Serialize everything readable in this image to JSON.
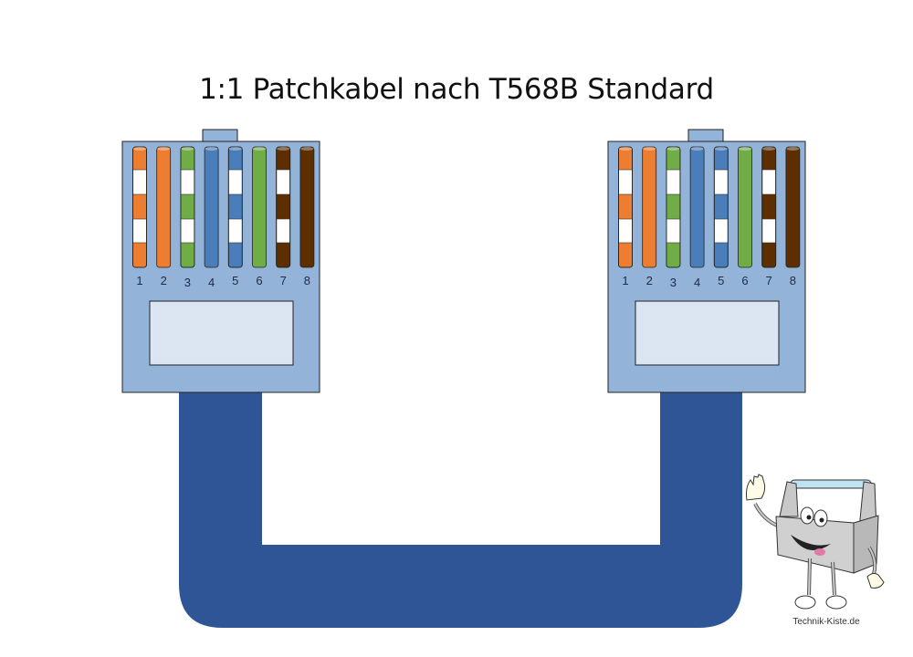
{
  "title": "1:1 Patchkabel nach T568B Standard",
  "standard": "T568B",
  "colors": {
    "connector_body": "#94b3d9",
    "connector_window": "#dce6f2",
    "cable": "#2f5597",
    "orange": "#ed7d31",
    "green": "#70ad47",
    "blue": "#4a7ebb",
    "brown": "#5c2e00",
    "white": "#ffffff"
  },
  "connectors": [
    {
      "id": "left",
      "label": "connector-left"
    },
    {
      "id": "right",
      "label": "connector-right"
    }
  ],
  "pins": [
    {
      "number": "1",
      "color": "orange",
      "striped": true,
      "name": "white-orange"
    },
    {
      "number": "2",
      "color": "orange",
      "striped": false,
      "name": "orange"
    },
    {
      "number": "3",
      "color": "green",
      "striped": true,
      "name": "white-green"
    },
    {
      "number": "4",
      "color": "blue",
      "striped": false,
      "name": "blue"
    },
    {
      "number": "5",
      "color": "blue",
      "striped": true,
      "name": "white-blue"
    },
    {
      "number": "6",
      "color": "green",
      "striped": false,
      "name": "green"
    },
    {
      "number": "7",
      "color": "brown",
      "striped": true,
      "name": "white-brown"
    },
    {
      "number": "8",
      "color": "brown",
      "striped": false,
      "name": "brown"
    }
  ],
  "logo": {
    "text": "Technik-Kiste.de",
    "icon": "toolbox-mascot-icon"
  }
}
